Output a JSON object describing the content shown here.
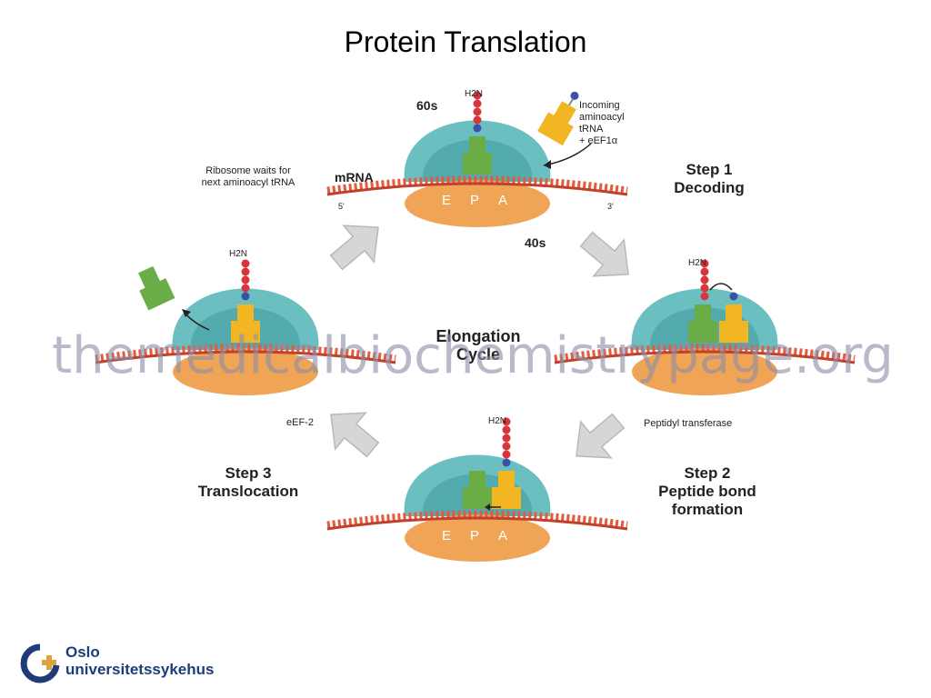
{
  "title": "Protein Translation",
  "center_label": [
    "Elongation",
    "Cycle"
  ],
  "subunits": {
    "large": "60s",
    "small": "40s"
  },
  "mrna": {
    "label": "mRNA",
    "five_prime": "5'",
    "three_prime": "3'"
  },
  "sites": [
    "E",
    "P",
    "A"
  ],
  "amino_terminus": "H2N",
  "labels": {
    "incoming": [
      "Incoming",
      "aminoacyl",
      "tRNA",
      "+ eEF1α"
    ],
    "waits": [
      "Ribosome waits for",
      "next aminoacyl tRNA"
    ],
    "peptidyl": "Peptidyl transferase",
    "eef2": "eEF-2"
  },
  "steps": {
    "step1": [
      "Step 1",
      "Decoding"
    ],
    "step2": [
      "Step 2",
      "Peptide bond",
      "formation"
    ],
    "step3": [
      "Step 3",
      "Translocation"
    ]
  },
  "watermark": "themedicalbiochemistrypage.org",
  "logo": {
    "line1": "Oslo",
    "line2": "universitetssykehus"
  },
  "colors": {
    "large_subunit": "#6cbfc0",
    "large_subunit_inner": "#3f9b9e",
    "small_subunit": "#efa456",
    "mrna": "#e5593d",
    "trna_green": "#6aac45",
    "trna_yellow": "#f3b623",
    "amino_red": "#d9353a",
    "amino_blue": "#3c50a8",
    "arrow": "#d6d6d6",
    "logo_blue": "#1d3c78",
    "logo_gold": "#d9a43b"
  }
}
